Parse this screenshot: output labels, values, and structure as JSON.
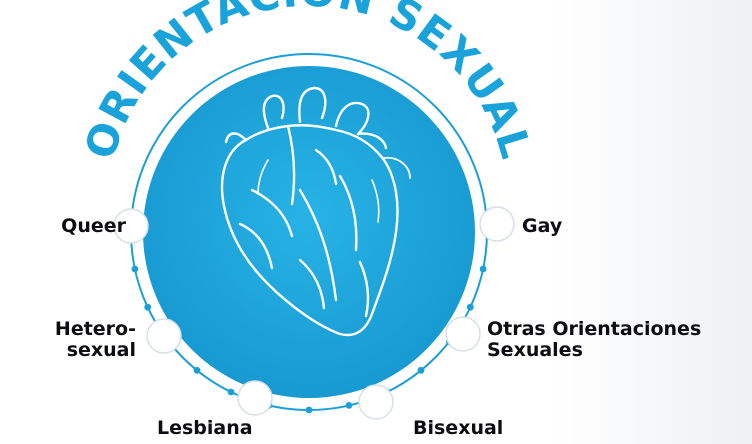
{
  "title": "ORIENTACIÓN SEXUAL",
  "colors": {
    "circle": "#1aa6dc",
    "ring": "#1a9fd6",
    "title": "#19a3da",
    "node_fill": "#ffffff",
    "text": "#0d0d12"
  },
  "illustration": "heart-illustration",
  "nodes": [
    {
      "id": "queer",
      "label": "Queer"
    },
    {
      "id": "gay",
      "label": "Gay"
    },
    {
      "id": "heterosexual",
      "label": "Hetero-\nsexual"
    },
    {
      "id": "otras",
      "label": "Otras Orientaciones\nSexuales"
    },
    {
      "id": "lesbiana",
      "label": "Lesbiana"
    },
    {
      "id": "bisexual",
      "label": "Bisexual"
    }
  ]
}
